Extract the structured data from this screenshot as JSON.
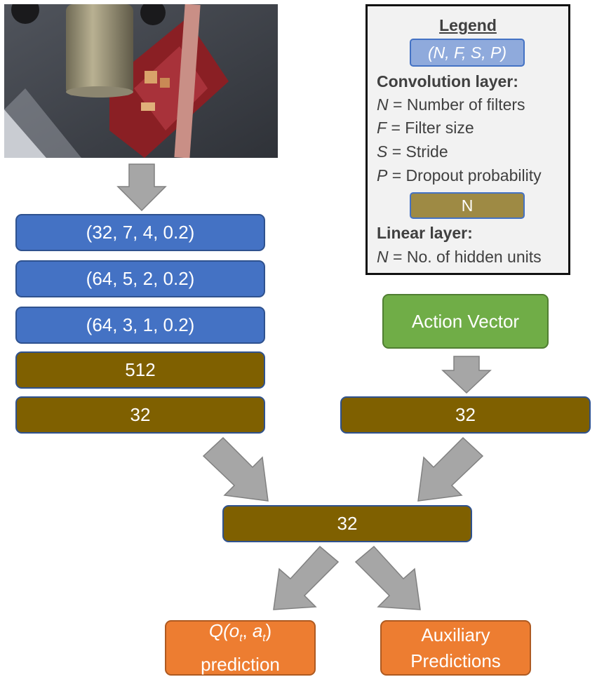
{
  "input_image": {
    "alt": "camera observation"
  },
  "conv_layers": [
    {
      "label": "(32, 7, 4, 0.2)"
    },
    {
      "label": "(64, 5, 2, 0.2)"
    },
    {
      "label": "(64, 3, 1, 0.2)"
    }
  ],
  "linear_layers": [
    {
      "label": "512"
    },
    {
      "label": "32"
    }
  ],
  "action": {
    "label": "Action Vector",
    "linear_label": "32"
  },
  "merge": {
    "label": "32"
  },
  "outputs": {
    "q": {
      "func": "Q(",
      "o": "o",
      "o_sub": "t",
      "sep": ", ",
      "a": "a",
      "a_sub": "t",
      "close": ")",
      "line2": "prediction"
    },
    "aux": {
      "line1": "Auxiliary",
      "line2": "Predictions"
    }
  },
  "legend": {
    "title": "Legend",
    "conv_key": "(N, F, S, P)",
    "conv_heading": "Convolution layer:",
    "conv_defs": [
      {
        "sym": "N",
        "text": " = Number of filters"
      },
      {
        "sym": "F",
        "text": " = Filter size"
      },
      {
        "sym": "S",
        "text": " = Stride"
      },
      {
        "sym": "P",
        "text": " = Dropout probability"
      }
    ],
    "linear_key": "N",
    "linear_heading": "Linear layer:",
    "linear_defs": [
      {
        "sym": "N",
        "text": " = No. of hidden units"
      }
    ]
  },
  "colors": {
    "conv": "#4472c4",
    "linear": "#7f6000",
    "action": "#70ad47",
    "output": "#ed7d31",
    "arrow": "#a6a6a6"
  }
}
